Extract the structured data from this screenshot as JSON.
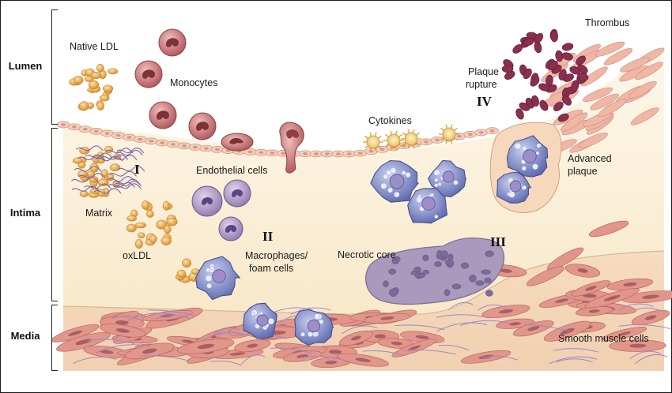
{
  "layers": {
    "lumen": "Lumen",
    "intima": "Intima",
    "media": "Media"
  },
  "labels": {
    "native_ldl": "Native LDL",
    "monocytes": "Monocytes",
    "endothelial_cells": "Endothelial cells",
    "matrix": "Matrix",
    "oxldl": "oxLDL",
    "macrophages_line1": "Macrophages/",
    "macrophages_line2": "foam cells",
    "cytokines": "Cytokines",
    "necrotic_core": "Necrotic core",
    "plaque_rupture_line1": "Plaque",
    "plaque_rupture_line2": "rupture",
    "thrombus": "Thrombus",
    "advanced_plaque_line1": "Advanced",
    "advanced_plaque_line2": "plaque",
    "smooth_muscle_cells": "Smooth muscle cells"
  },
  "stages": {
    "stage1": "I",
    "stage2": "II",
    "stage3": "III",
    "stage4": "IV"
  },
  "colors": {
    "intima_fill": "#fbf0d8",
    "media_fill": "#f7e2c0",
    "ldl": "#e8a94a",
    "monocyte": "#c46a6a",
    "macrophage": "#7b86c4",
    "endothelium": "#f2c4b0",
    "smooth_muscle": "#d9877a",
    "thrombus": "#8a2f4d",
    "necrotic_core": "#a89ab8"
  }
}
